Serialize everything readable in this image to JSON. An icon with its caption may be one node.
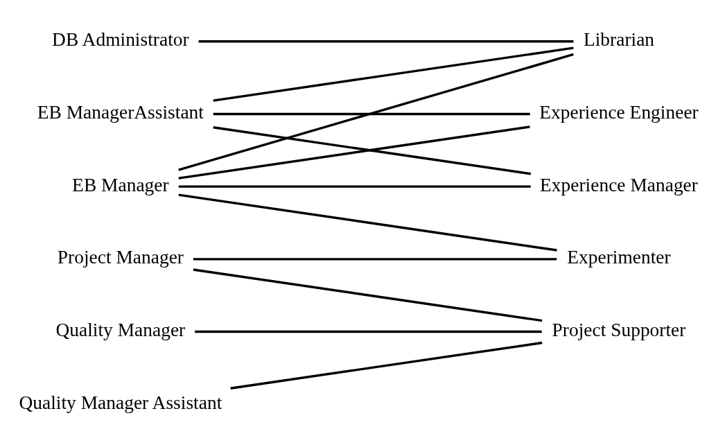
{
  "diagram": {
    "nodes": [
      {
        "text": [
          "DB Administrator"
        ]
      },
      {
        "text": [
          "EB ManagerAssistant"
        ]
      },
      {
        "text": [
          "EB Manager"
        ]
      },
      {
        "text": [
          "Project Manager"
        ]
      },
      {
        "text": [
          "Quality Manager"
        ]
      },
      {
        "text": [
          "Quality Manager Assistant"
        ]
      },
      {
        "text": [
          "Librarian"
        ]
      },
      {
        "text": [
          "Experience Manager"
        ]
      },
      {
        "text": [
          "Experience Engineer"
        ]
      },
      {
        "text": [
          "Experimenter"
        ]
      },
      {
        "text": [
          "Project Supporter"
        ]
      }
    ],
    "edges": [
      {
        "from": 0,
        "to": 6,
        "arrow": "none"
      },
      {
        "from": 1,
        "to": 6,
        "arrow": "none"
      },
      {
        "from": 1,
        "to": 7,
        "arrow": "none"
      },
      {
        "from": 1,
        "to": 8,
        "arrow": "none"
      },
      {
        "from": 2,
        "to": 6,
        "arrow": "none"
      },
      {
        "from": 2,
        "to": 7,
        "arrow": "none"
      },
      {
        "from": 2,
        "to": 8,
        "arrow": "none"
      },
      {
        "from": 2,
        "to": 9,
        "arrow": "none"
      },
      {
        "from": 3,
        "to": 9,
        "arrow": "none"
      },
      {
        "from": 3,
        "to": 10,
        "arrow": "none"
      },
      {
        "from": 4,
        "to": 10,
        "arrow": "none"
      },
      {
        "from": 5,
        "to": 10,
        "arrow": "none"
      }
    ]
  }
}
